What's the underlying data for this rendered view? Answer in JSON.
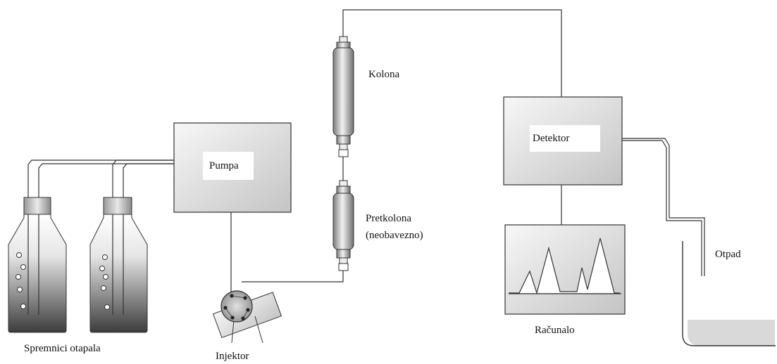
{
  "labels": {
    "containers": "Spremnici otapala",
    "pump": "Pumpa",
    "injector": "Injektor",
    "precolumn": "Pretkolona",
    "precolumn_note": "(neobavezno)",
    "column": "Kolona",
    "detector": "Detektor",
    "computer": "Računalo",
    "waste": "Otpad"
  },
  "colors": {
    "line": "#333333",
    "box_light": "#f4f4f4",
    "box_dark": "#c8c8c8",
    "bottle_dark": "#3a3a3a",
    "bottle_light": "#ffffff",
    "liquid": "#d9d9d9"
  }
}
